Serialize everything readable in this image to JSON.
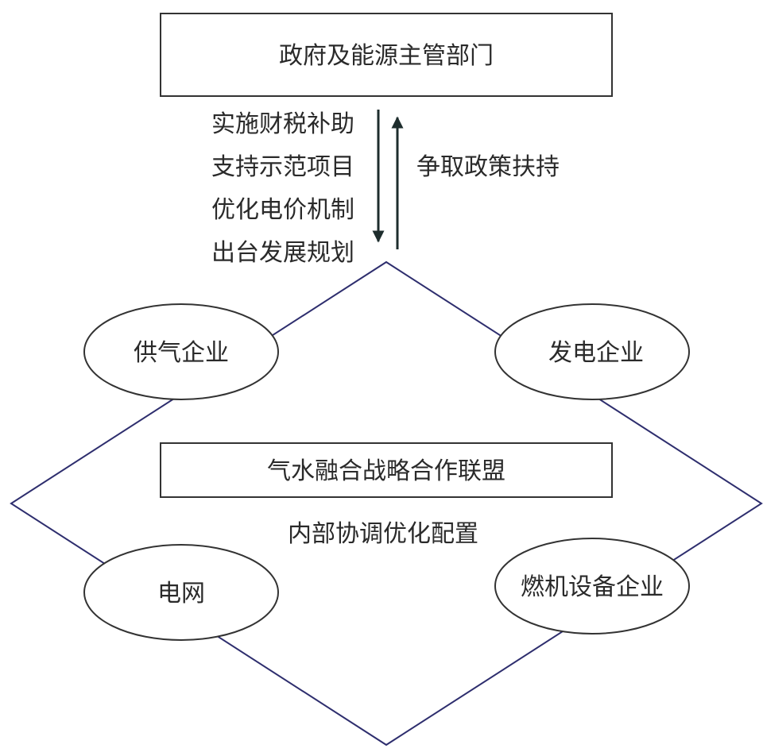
{
  "government": "政府及能源主管部门",
  "government_actions": [
    "实施财税补助",
    "支持示范项目",
    "优化电价机制",
    "出台发展规划"
  ],
  "enterprise_action": "争取政策扶持",
  "alliance": "气水融合战略合作联盟",
  "internal": "内部协调优化配置",
  "members": {
    "gas_supply": "供气企业",
    "power_generation": "发电企业",
    "grid": "电网",
    "turbine_equipment": "燃机设备企业"
  },
  "colors": {
    "diamond": "#2e2e6e",
    "box": "#333333",
    "arrow": "#1e2d2d"
  }
}
